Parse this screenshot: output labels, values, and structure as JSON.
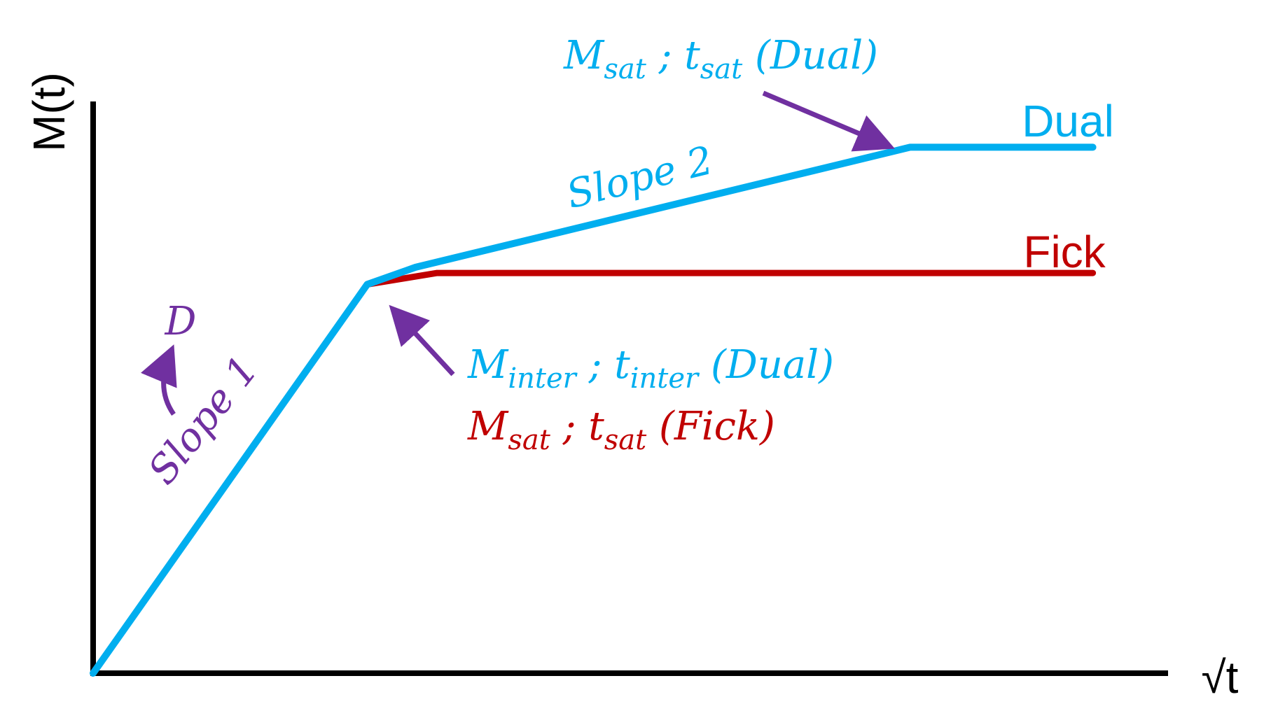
{
  "chart_data": {
    "type": "line",
    "xlabel": "√t",
    "ylabel": "M(t)",
    "xlim": [
      0,
      1
    ],
    "ylim": [
      0,
      1
    ],
    "grid": false,
    "series": [
      {
        "name": "Dual",
        "color": "#00AEEF",
        "points": [
          [
            0,
            0
          ],
          [
            0.255,
            0.68
          ],
          [
            0.3,
            0.71
          ],
          [
            0.76,
            0.92
          ],
          [
            0.93,
            0.92
          ]
        ]
      },
      {
        "name": "Fick",
        "color": "#C00000",
        "points": [
          [
            0.255,
            0.68
          ],
          [
            0.32,
            0.7
          ],
          [
            0.93,
            0.7
          ]
        ]
      }
    ],
    "annotations": {
      "d": "D",
      "slope1": "Slope 1",
      "slope2": "Slope 2",
      "msat_dual": {
        "m": "M",
        "m_sub": "sat",
        "sep": " ; ",
        "t": "t",
        "t_sub": "sat",
        "tag": " (Dual)"
      },
      "minter_dual": {
        "m": "M",
        "m_sub": "inter",
        "sep": " ; ",
        "t": "t",
        "t_sub": "inter",
        "tag": " (Dual)"
      },
      "msat_fick": {
        "m": "M",
        "m_sub": "sat",
        "sep": " ; ",
        "t": "t",
        "t_sub": "sat",
        "tag": " (Fick)"
      }
    },
    "colors": {
      "annotation": "#7030A0",
      "dual": "#00AEEF",
      "fick": "#C00000",
      "axis": "#000000"
    }
  }
}
